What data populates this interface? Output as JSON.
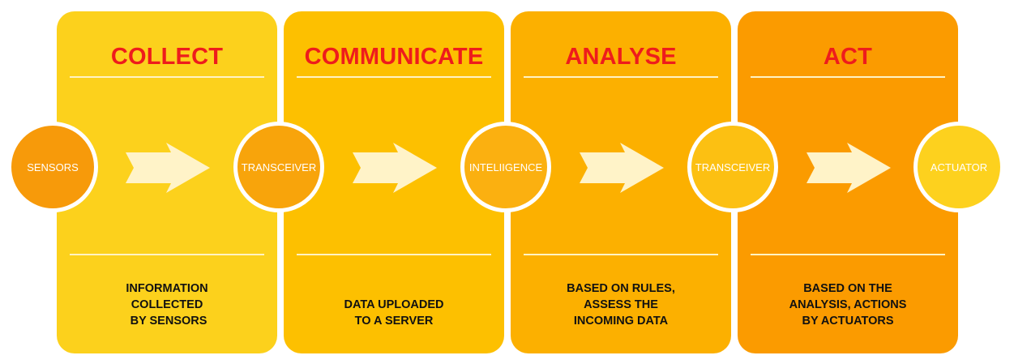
{
  "stages": [
    {
      "title": "COLLECT",
      "description": [
        "INFORMATION",
        "COLLECTED",
        " BY SENSORS"
      ],
      "color": "#fcd11c"
    },
    {
      "title": "COMMUNICATE",
      "description": [
        "DATA UPLOADED",
        "TO A SERVER"
      ],
      "color": "#fdc000"
    },
    {
      "title": "ANALYSE",
      "description": [
        "BASED ON RULES,",
        "ASSESS THE",
        "INCOMING DATA"
      ],
      "color": "#fcb000"
    },
    {
      "title": "ACT",
      "description": [
        "BASED ON THE",
        "ANALYSIS, ACTIONS",
        "BY ACTUATORS"
      ],
      "color": "#fb9b00"
    }
  ],
  "nodes": [
    {
      "label": "SENSORS",
      "color": "#f79a0a"
    },
    {
      "label": "TRANSCEIVER",
      "color": "#f8a40b"
    },
    {
      "label": "INTELIIGENCE",
      "color": "#fbb010"
    },
    {
      "label": "TRANSCEIVER",
      "color": "#fcc012"
    },
    {
      "label": "ACTUATOR",
      "color": "#fdd11e"
    }
  ],
  "arrow_color": "#fff3c8"
}
